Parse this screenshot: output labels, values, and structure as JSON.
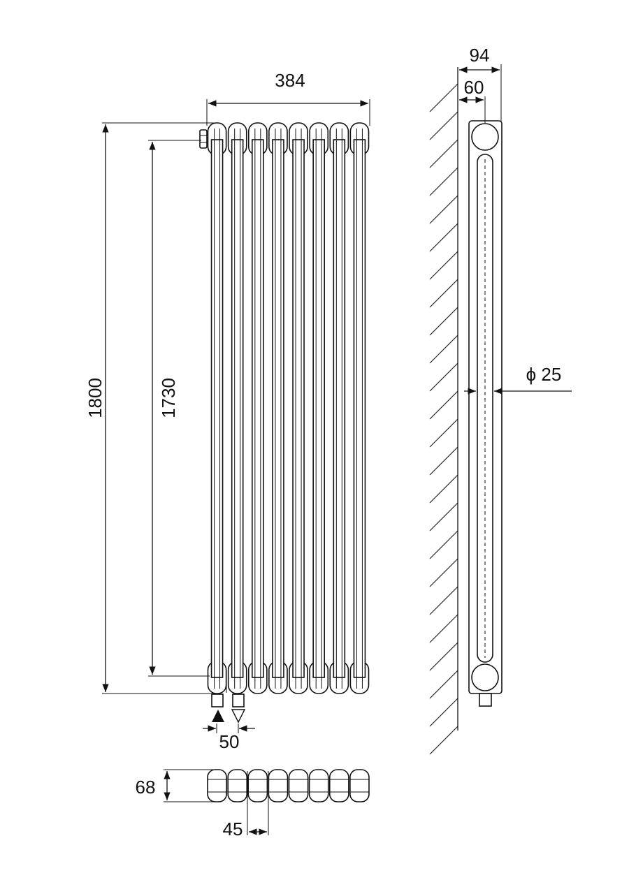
{
  "dimensions": {
    "width_total": "384",
    "height_total": "1800",
    "height_centers": "1730",
    "connection_spacing": "50",
    "depth_total": "94",
    "depth_column": "60",
    "tube_diameter": "ϕ 25",
    "plan_depth": "68",
    "section_pitch": "45"
  },
  "front_view": {
    "section_count": 8
  },
  "plan_view": {
    "section_count": 8
  },
  "colors": {
    "line": "#111111",
    "background": "#ffffff"
  }
}
